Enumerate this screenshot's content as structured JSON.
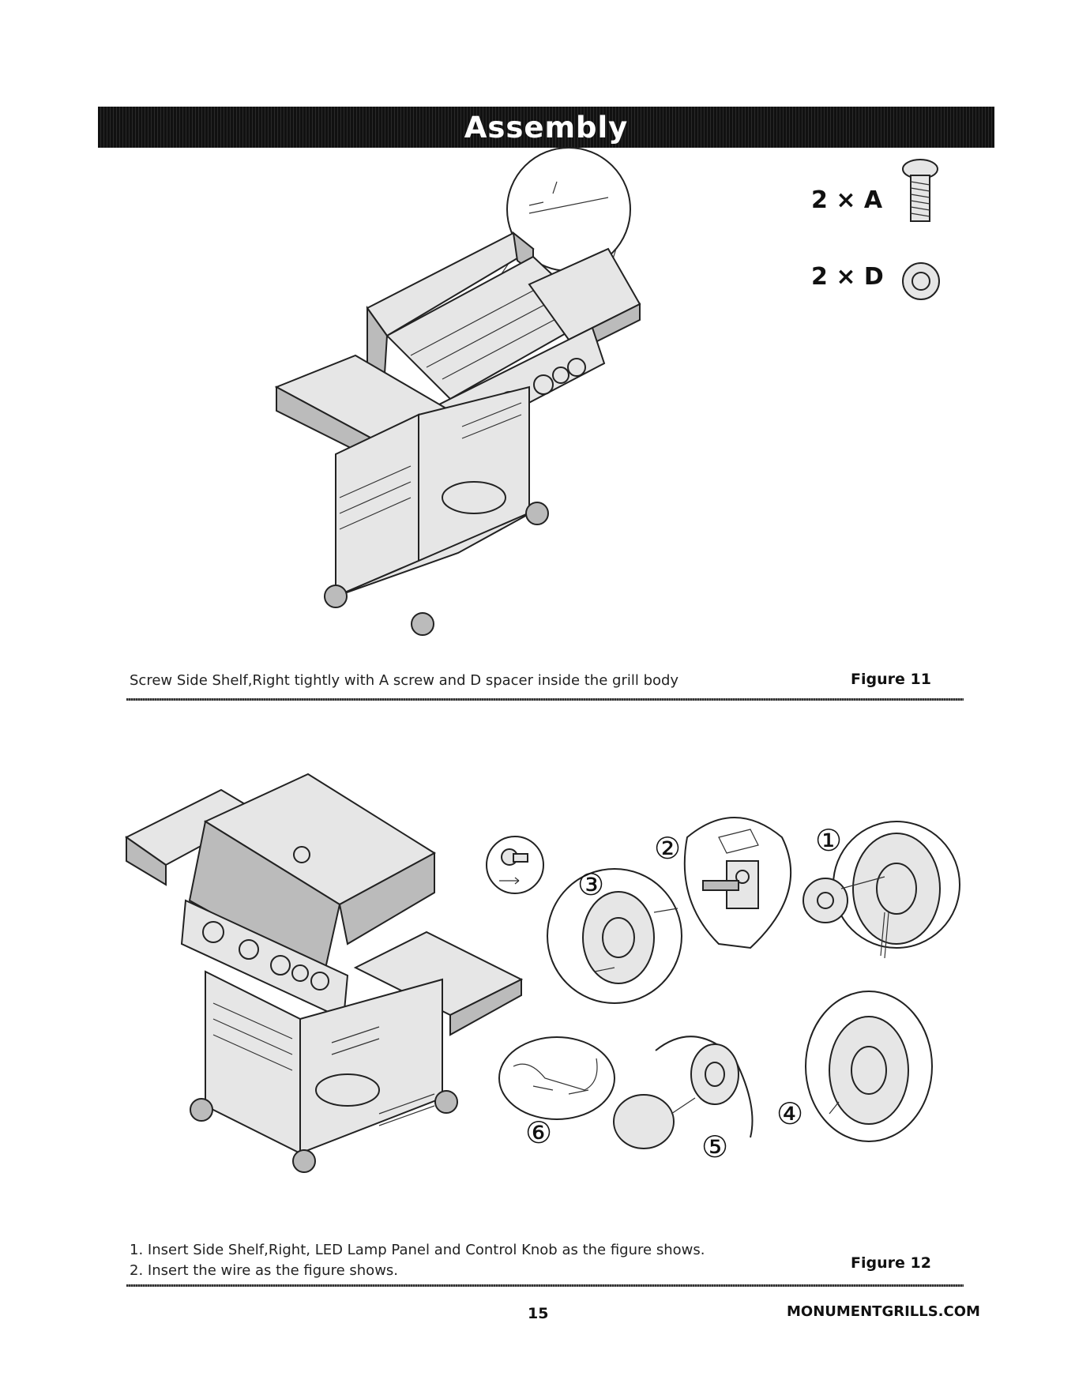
{
  "header": {
    "title": "Assembly"
  },
  "figure11": {
    "parts": [
      {
        "qty": "2 × A",
        "icon": "screw-icon"
      },
      {
        "qty": "2 × D",
        "icon": "spacer-ring-icon"
      }
    ],
    "caption": "Screw Side Shelf,Right tightly with A screw and D spacer inside the grill body",
    "label": "Figure 11"
  },
  "figure12": {
    "steps": [
      "①",
      "②",
      "③",
      "④",
      "⑤",
      "⑥"
    ],
    "caption_lines": [
      "1. Insert Side Shelf,Right, LED Lamp Panel and Control Knob as the figure shows.",
      "2. Insert the wire as the figure shows."
    ],
    "label": "Figure 12"
  },
  "footer": {
    "page_number": "15",
    "website": "MONUMENTGRILLS.COM"
  }
}
